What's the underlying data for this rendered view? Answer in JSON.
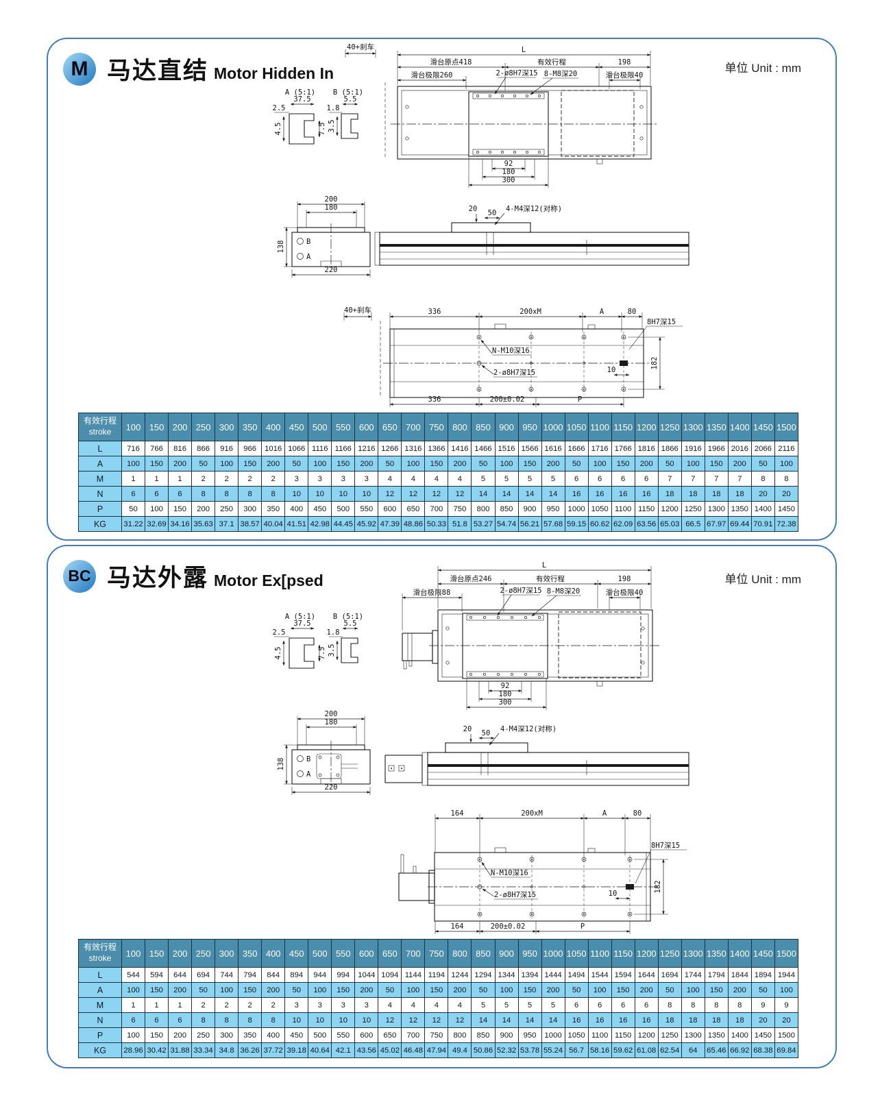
{
  "colors": {
    "panel_border": "#3f7fba",
    "table_header": "#4b8dad",
    "table_light": "#8cd4f2",
    "badge_gradient_start": "#96cef0",
    "badge_gradient_end": "#2e83c6",
    "line": "#1a1a1a"
  },
  "sections": [
    {
      "badge": "M",
      "title_zh": "马达直结",
      "title_en": "Motor Hidden In",
      "unit": "单位 Unit : mm",
      "top": {
        "brake": "40+刹车",
        "L": "L",
        "origin": "滑台原点418",
        "stroke_label": "有效行程",
        "d198": "198",
        "limit_left": "滑台极限260",
        "holes_pin": "2-ø8H7深15",
        "holes_m8": "8-M8深20",
        "limit_right": "滑台极限40",
        "d92": "92",
        "d180": "180",
        "d300": "300"
      },
      "detail_a": {
        "title": "A (5:1)",
        "w": "37.5",
        "off": "2.5",
        "h_left": "4.5",
        "h_right": "7.5"
      },
      "detail_b": {
        "title": "B (5:1)",
        "w": "5.5",
        "off": "1.8",
        "h_left": "3.5"
      },
      "end_view": {
        "d200": "200",
        "d180": "180",
        "d138": "138",
        "d220": "220",
        "port_b": "B",
        "port_a": "A"
      },
      "side_view": {
        "d20": "20",
        "d50": "50",
        "m4": "4-M4深12(对称)"
      },
      "bottom": {
        "brake": "40+刹车",
        "seg1": "336",
        "seg_m": "200xM",
        "seg_a": "A",
        "seg_80": "80",
        "pin_corner": "8H7深15",
        "nm10": "N-M10深16",
        "pin_center": "2-ø8H7深15",
        "d10": "10",
        "d182": "182",
        "b1": "336",
        "b2": "200±0.02",
        "bp": "P"
      },
      "table": {
        "header_zh": "有效行程",
        "header_en": "stroke",
        "strokes": [
          "100",
          "150",
          "200",
          "250",
          "300",
          "350",
          "400",
          "450",
          "500",
          "550",
          "600",
          "650",
          "700",
          "750",
          "800",
          "850",
          "900",
          "950",
          "1000",
          "1050",
          "1100",
          "1150",
          "1200",
          "1250",
          "1300",
          "1350",
          "1400",
          "1450",
          "1500"
        ],
        "rows": [
          {
            "label": "L",
            "values": [
              "716",
              "766",
              "816",
              "866",
              "916",
              "966",
              "1016",
              "1066",
              "1116",
              "1166",
              "1216",
              "1266",
              "1316",
              "1366",
              "1416",
              "1466",
              "1516",
              "1566",
              "1616",
              "1666",
              "1716",
              "1766",
              "1816",
              "1866",
              "1916",
              "1966",
              "2016",
              "2066",
              "2116"
            ]
          },
          {
            "label": "A",
            "values": [
              "100",
              "150",
              "200",
              "50",
              "100",
              "150",
              "200",
              "50",
              "100",
              "150",
              "200",
              "50",
              "100",
              "150",
              "200",
              "50",
              "100",
              "150",
              "200",
              "50",
              "100",
              "150",
              "200",
              "50",
              "100",
              "150",
              "200",
              "50",
              "100"
            ]
          },
          {
            "label": "M",
            "values": [
              "1",
              "1",
              "1",
              "2",
              "2",
              "2",
              "2",
              "3",
              "3",
              "3",
              "3",
              "4",
              "4",
              "4",
              "4",
              "5",
              "5",
              "5",
              "5",
              "6",
              "6",
              "6",
              "6",
              "7",
              "7",
              "7",
              "7",
              "8",
              "8"
            ]
          },
          {
            "label": "N",
            "values": [
              "6",
              "6",
              "6",
              "8",
              "8",
              "8",
              "8",
              "10",
              "10",
              "10",
              "10",
              "12",
              "12",
              "12",
              "12",
              "14",
              "14",
              "14",
              "14",
              "16",
              "16",
              "16",
              "16",
              "18",
              "18",
              "18",
              "18",
              "20",
              "20"
            ]
          },
          {
            "label": "P",
            "values": [
              "50",
              "100",
              "150",
              "200",
              "250",
              "300",
              "350",
              "400",
              "450",
              "500",
              "550",
              "600",
              "650",
              "700",
              "750",
              "800",
              "850",
              "900",
              "950",
              "1000",
              "1050",
              "1100",
              "1150",
              "1200",
              "1250",
              "1300",
              "1350",
              "1400",
              "1450"
            ]
          },
          {
            "label": "KG",
            "values": [
              "31.22",
              "32.69",
              "34.16",
              "35.63",
              "37.1",
              "38.57",
              "40.04",
              "41.51",
              "42.98",
              "44.45",
              "45.92",
              "47.39",
              "48.86",
              "50.33",
              "51.8",
              "53.27",
              "54.74",
              "56.21",
              "57.68",
              "59.15",
              "60.62",
              "62.09",
              "63.56",
              "65.03",
              "66.5",
              "67.97",
              "69.44",
              "70.91",
              "72.38"
            ]
          }
        ]
      }
    },
    {
      "badge": "BC",
      "title_zh": "马达外露",
      "title_en": "Motor Ex[psed",
      "unit": "单位 Unit : mm",
      "top": {
        "L": "L",
        "origin": "滑台原点246",
        "stroke_label": "有效行程",
        "d198": "198",
        "limit_left": "滑台极限88",
        "holes_pin": "2-ø8H7深15",
        "holes_m8": "8-M8深20",
        "limit_right": "滑台极限40",
        "d92": "92",
        "d180": "180",
        "d300": "300"
      },
      "detail_a": {
        "title": "A (5:1)",
        "w": "37.5",
        "off": "2.5",
        "h_left": "4.5",
        "h_right": "7.5"
      },
      "detail_b": {
        "title": "B (5:1)",
        "w": "5.5",
        "off": "1.8",
        "h_left": "3.5"
      },
      "end_view": {
        "d200": "200",
        "d180": "180",
        "d138": "138",
        "d220": "220",
        "port_b": "B",
        "port_a": "A"
      },
      "side_view": {
        "d20": "20",
        "d50": "50",
        "m4": "4-M4深12(对称)"
      },
      "bottom": {
        "seg1": "164",
        "seg_m": "200xM",
        "seg_a": "A",
        "seg_80": "80",
        "pin_corner": "8H7深15",
        "nm10": "N-M10深16",
        "pin_center": "2-ø8H7深15",
        "d10": "10",
        "d182": "182",
        "b1": "164",
        "b2": "200±0.02",
        "bp": "P"
      },
      "table": {
        "header_zh": "有效行程",
        "header_en": "stroke",
        "strokes": [
          "100",
          "150",
          "200",
          "250",
          "300",
          "350",
          "400",
          "450",
          "500",
          "550",
          "600",
          "650",
          "700",
          "750",
          "800",
          "850",
          "900",
          "950",
          "1000",
          "1050",
          "1100",
          "1150",
          "1200",
          "1250",
          "1300",
          "1350",
          "1400",
          "1450",
          "1500"
        ],
        "rows": [
          {
            "label": "L",
            "values": [
              "544",
              "594",
              "644",
              "694",
              "744",
              "794",
              "844",
              "894",
              "944",
              "994",
              "1044",
              "1094",
              "1144",
              "1194",
              "1244",
              "1294",
              "1344",
              "1394",
              "1444",
              "1494",
              "1544",
              "1594",
              "1644",
              "1694",
              "1744",
              "1794",
              "1844",
              "1894",
              "1944"
            ]
          },
          {
            "label": "A",
            "values": [
              "100",
              "150",
              "200",
              "50",
              "100",
              "150",
              "200",
              "50",
              "100",
              "150",
              "200",
              "50",
              "100",
              "150",
              "200",
              "50",
              "100",
              "150",
              "200",
              "50",
              "100",
              "150",
              "200",
              "50",
              "100",
              "150",
              "200",
              "50",
              "100"
            ]
          },
          {
            "label": "M",
            "values": [
              "1",
              "1",
              "1",
              "2",
              "2",
              "2",
              "2",
              "3",
              "3",
              "3",
              "3",
              "4",
              "4",
              "4",
              "4",
              "5",
              "5",
              "5",
              "5",
              "6",
              "6",
              "6",
              "6",
              "8",
              "8",
              "8",
              "8",
              "9",
              "9"
            ]
          },
          {
            "label": "N",
            "values": [
              "6",
              "6",
              "6",
              "8",
              "8",
              "8",
              "8",
              "10",
              "10",
              "10",
              "10",
              "12",
              "12",
              "12",
              "12",
              "14",
              "14",
              "14",
              "14",
              "16",
              "16",
              "16",
              "16",
              "18",
              "18",
              "18",
              "18",
              "20",
              "20"
            ]
          },
          {
            "label": "P",
            "values": [
              "100",
              "150",
              "200",
              "250",
              "300",
              "350",
              "400",
              "450",
              "500",
              "550",
              "600",
              "650",
              "700",
              "750",
              "800",
              "850",
              "900",
              "950",
              "1000",
              "1050",
              "1100",
              "1150",
              "1200",
              "1250",
              "1300",
              "1350",
              "1400",
              "1450",
              "1500"
            ]
          },
          {
            "label": "KG",
            "values": [
              "28.96",
              "30.42",
              "31.88",
              "33.34",
              "34.8",
              "36.26",
              "37.72",
              "39.18",
              "40.64",
              "42.1",
              "43.56",
              "45.02",
              "46.48",
              "47.94",
              "49.4",
              "50.86",
              "52.32",
              "53.78",
              "55.24",
              "56.7",
              "58.16",
              "59.62",
              "61.08",
              "62.54",
              "64",
              "65.46",
              "66.92",
              "68.38",
              "69.84"
            ]
          }
        ]
      }
    }
  ]
}
